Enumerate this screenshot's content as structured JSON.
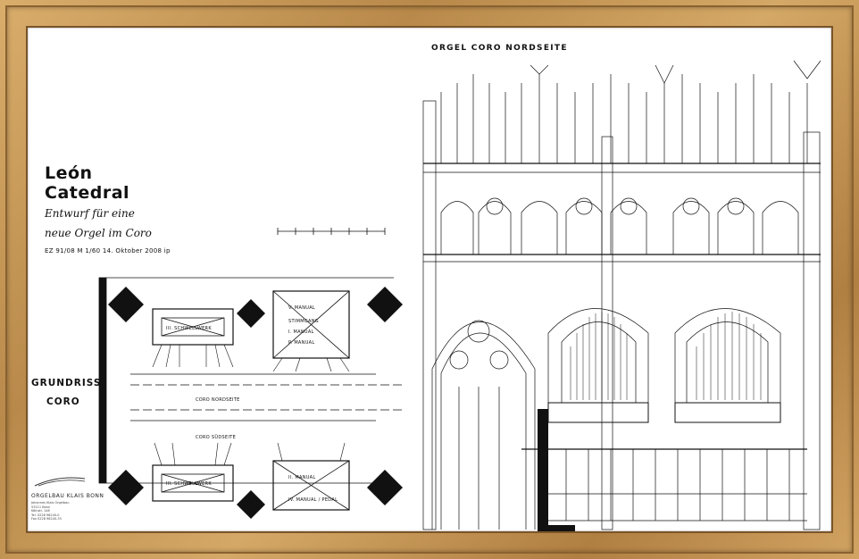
{
  "title": {
    "line1": "León",
    "line2": "Catedral",
    "line3": "Entwurf für eine",
    "line4": "neue Orgel im Coro",
    "meta": "EZ 91/08   M 1/60   14. Oktober 2008  ip"
  },
  "plan": {
    "heading_line1": "GRUNDRISS",
    "heading_line2": "CORO",
    "north_side": "CORO NORDSEITE",
    "south_side": "CORO SÜDSEITE",
    "top_left_case": "III. SCHWELLWERK",
    "top_right_case_1": "V. MANUAL",
    "top_right_case_2": "STIMMGANG",
    "top_right_case_3": "I. MANUAL",
    "top_right_case_4": "P. MANUAL",
    "bottom_left_case": "III. SCHWELLWERK",
    "bottom_right_case_1": "II. MANUAL",
    "bottom_right_case_2": "IV. MANUAL / PEDAL"
  },
  "elevation": {
    "heading": "ORGEL CORO NORDSEITE"
  },
  "logo": {
    "name": "ORGELBAU KLAIS BONN",
    "address": [
      "Johannes Klais Orgelbau",
      "53111 Bonn",
      "Kölnstr. 148",
      "Tel. 0228 98240-0",
      "Fax 0228 98240-33"
    ]
  },
  "colors": {
    "frame": "#c89c5c",
    "paper": "#ffffff",
    "ink": "#111111"
  }
}
